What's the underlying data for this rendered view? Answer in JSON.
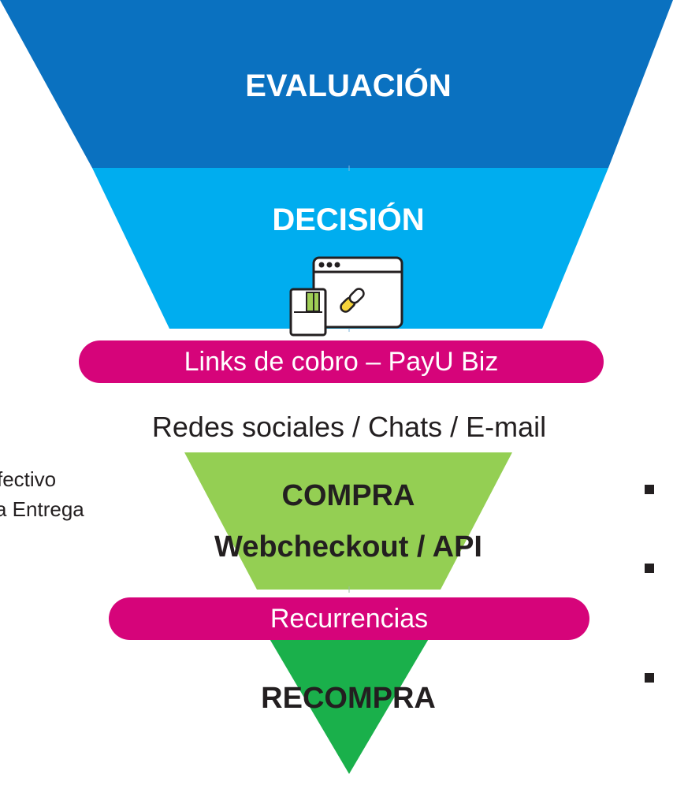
{
  "stages": {
    "evaluacion": {
      "title": "EVALUACIÓN",
      "color": "#0a71c0"
    },
    "decision": {
      "title": "DECISIÓN",
      "color": "#00adef"
    },
    "compra": {
      "title": "COMPRA",
      "subtitle": "Webcheckout / API",
      "color": "#94cf53"
    },
    "recompra": {
      "title": "RECOMPRA",
      "color": "#1ab04b"
    }
  },
  "pills": {
    "links": "Links de cobro – PayU Biz",
    "recurrencias": "Recurrencias",
    "color": "#d6047a"
  },
  "channels_text": "Redes sociales / Chats / E-mail",
  "left_partial": {
    "line1": "fectivo",
    "line2": "a Entrega"
  },
  "icon": {
    "name": "payment-link-window-icon"
  }
}
